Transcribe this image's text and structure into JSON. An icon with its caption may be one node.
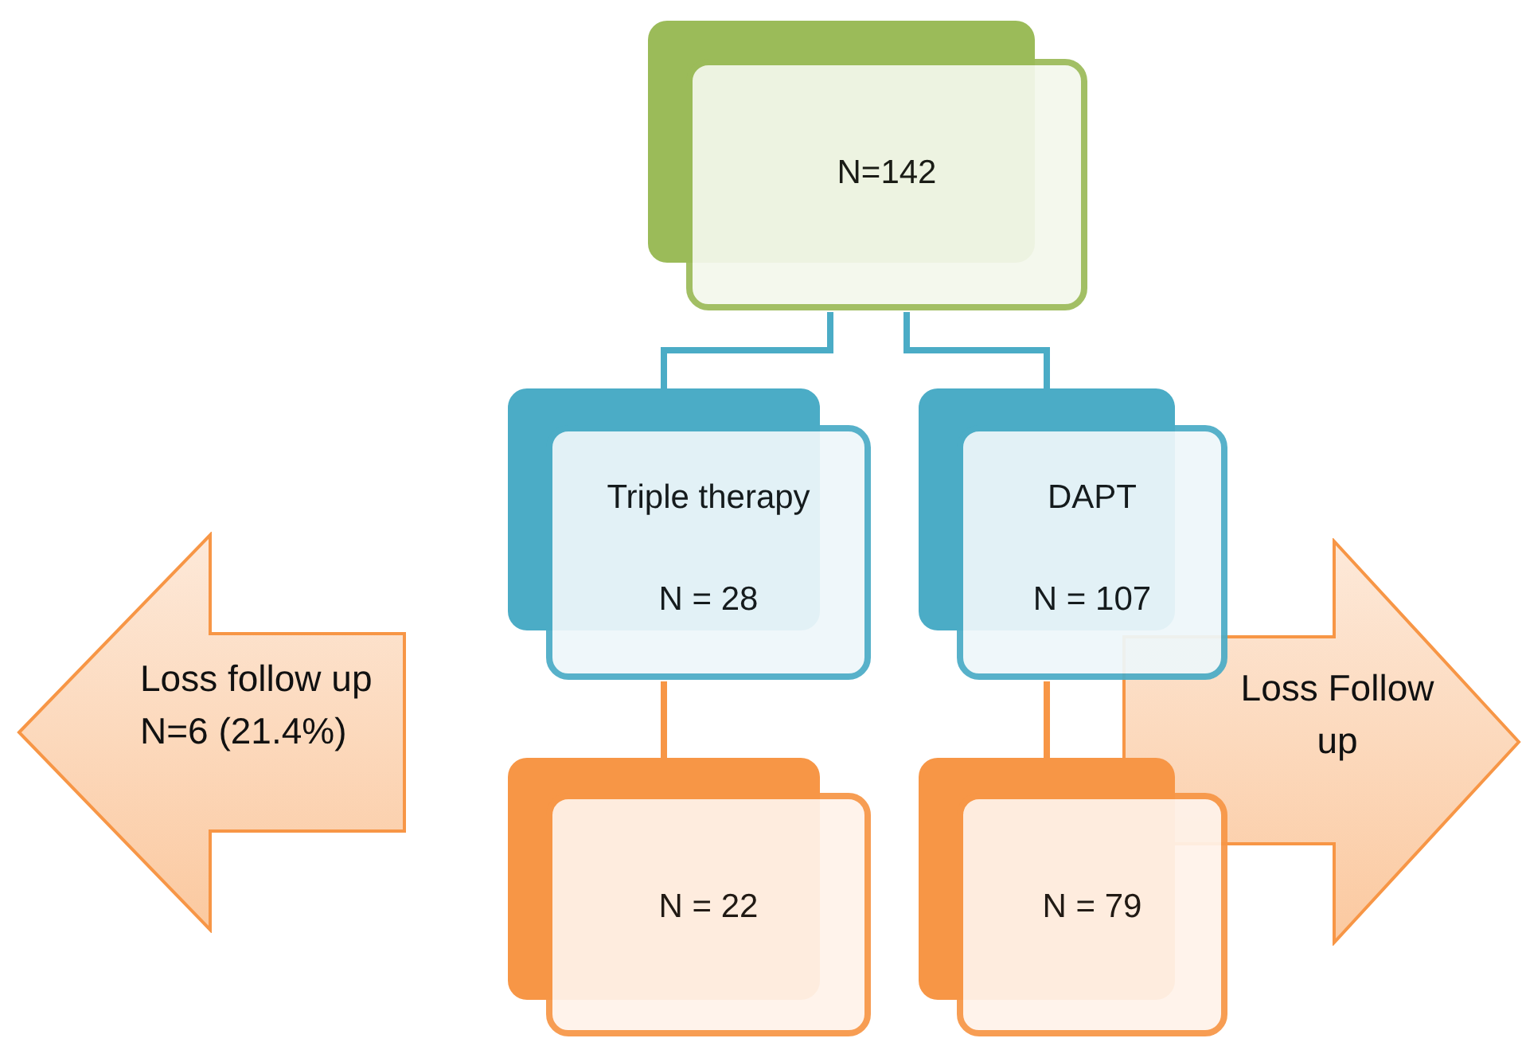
{
  "diagram": {
    "nodes": [
      {
        "text": [
          "N=142"
        ]
      },
      {
        "text": [
          "Triple therapy",
          "N = 28"
        ]
      },
      {
        "text": [
          "DAPT",
          "N = 107"
        ]
      },
      {
        "text": [
          "N = 22"
        ]
      },
      {
        "text": [
          "N = 79"
        ]
      },
      {
        "text": [
          "Loss follow up N=6 (21.4%)"
        ]
      },
      {
        "text": [
          "Loss Follow up"
        ]
      }
    ],
    "edges": [
      {
        "from": 0,
        "to": 1,
        "arrow": "none",
        "color": "#4bacc6"
      },
      {
        "from": 0,
        "to": 2,
        "arrow": "none",
        "color": "#4bacc6"
      },
      {
        "from": 1,
        "to": 3,
        "arrow": "none",
        "color": "#f79646"
      },
      {
        "from": 2,
        "to": 4,
        "arrow": "none",
        "color": "#f79646"
      }
    ]
  }
}
